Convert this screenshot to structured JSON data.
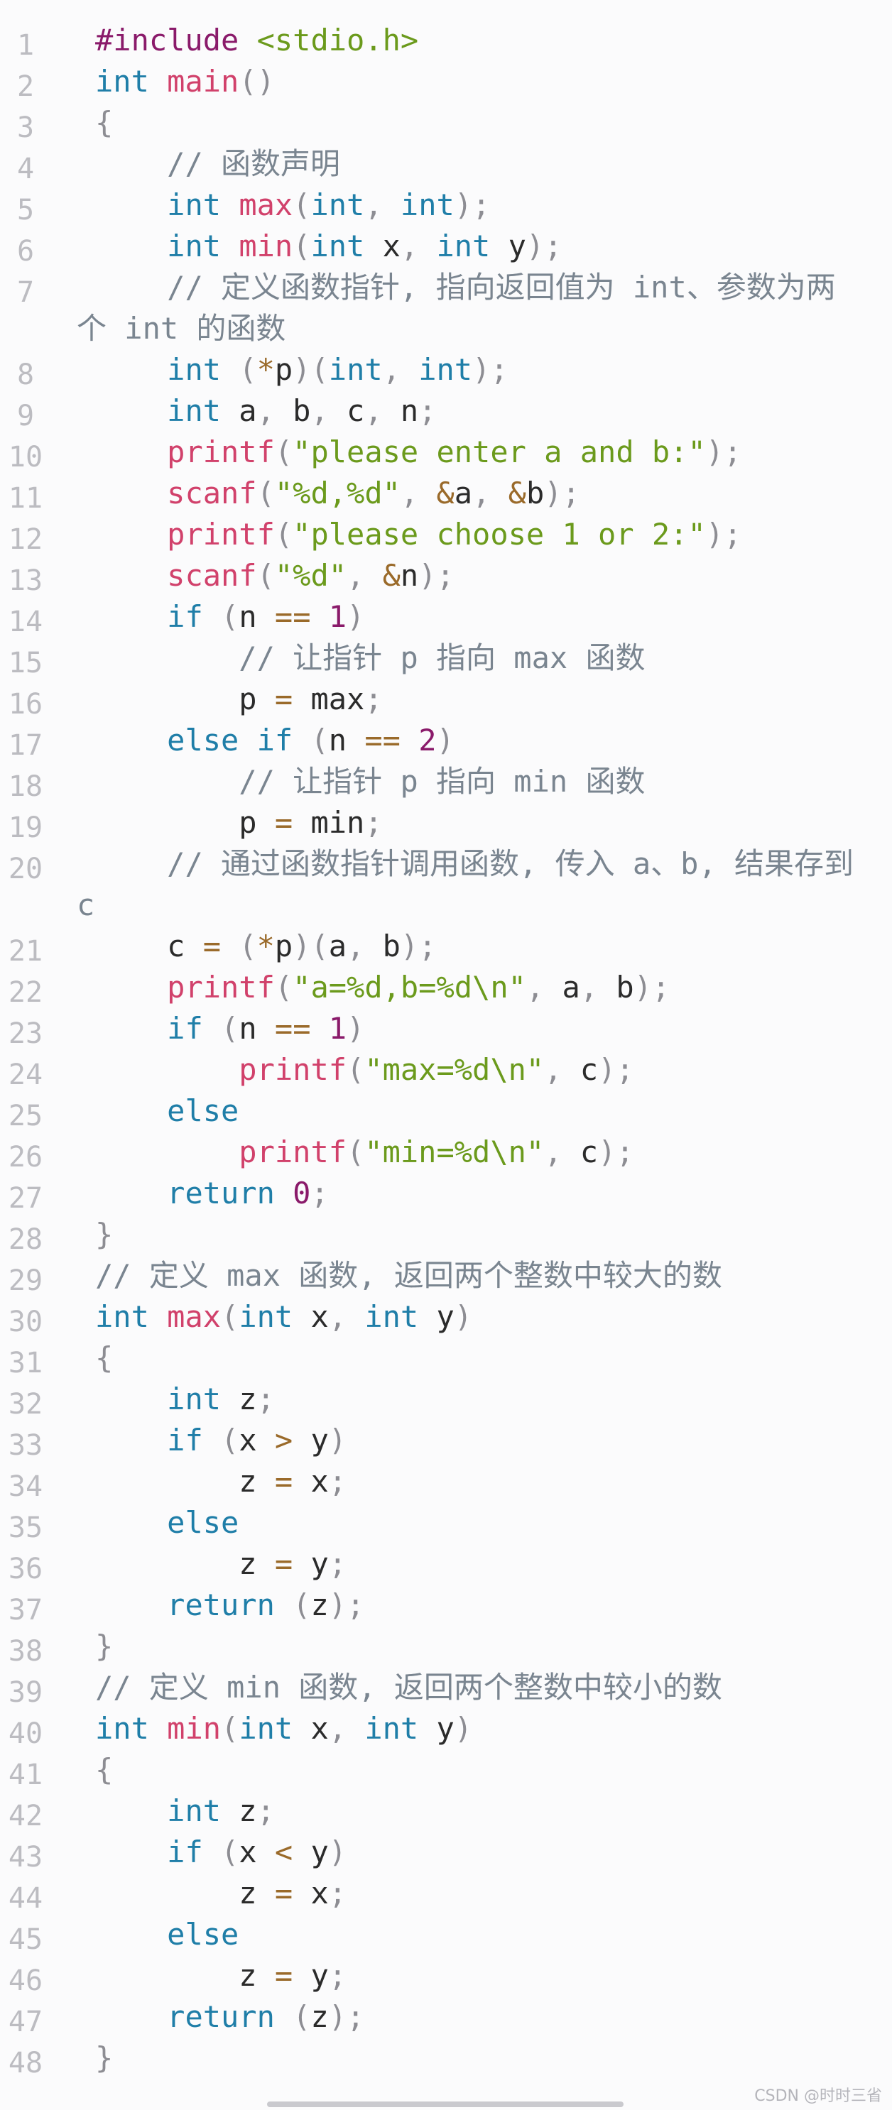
{
  "editor": {
    "lines": [
      {
        "n": "1",
        "tokens": [
          [
            "pp",
            "#include"
          ],
          [
            "tx",
            " "
          ],
          [
            "str",
            "<stdio.h>"
          ]
        ]
      },
      {
        "n": "2",
        "tokens": [
          [
            "kw",
            "int"
          ],
          [
            "tx",
            " "
          ],
          [
            "fn",
            "main"
          ],
          [
            "pu",
            "()"
          ]
        ]
      },
      {
        "n": "3",
        "tokens": [
          [
            "pu",
            "{"
          ]
        ]
      },
      {
        "n": "4",
        "tokens": [
          [
            "tx",
            "    "
          ],
          [
            "cm",
            "// 函数声明"
          ]
        ]
      },
      {
        "n": "5",
        "tokens": [
          [
            "tx",
            "    "
          ],
          [
            "kw",
            "int"
          ],
          [
            "tx",
            " "
          ],
          [
            "fn",
            "max"
          ],
          [
            "pu",
            "("
          ],
          [
            "kw",
            "int"
          ],
          [
            "pu",
            ", "
          ],
          [
            "kw",
            "int"
          ],
          [
            "pu",
            ");"
          ]
        ]
      },
      {
        "n": "6",
        "tokens": [
          [
            "tx",
            "    "
          ],
          [
            "kw",
            "int"
          ],
          [
            "tx",
            " "
          ],
          [
            "fn",
            "min"
          ],
          [
            "pu",
            "("
          ],
          [
            "kw",
            "int"
          ],
          [
            "tx",
            " x"
          ],
          [
            "pu",
            ", "
          ],
          [
            "kw",
            "int"
          ],
          [
            "tx",
            " y"
          ],
          [
            "pu",
            ");"
          ]
        ]
      },
      {
        "n": "7",
        "tokens": [
          [
            "tx",
            "    "
          ],
          [
            "cm",
            "// 定义函数指针, 指向返回值为 int、参数为两"
          ]
        ],
        "wrap": [
          [
            "cm",
            "个 int 的函数"
          ]
        ]
      },
      {
        "n": "8",
        "tokens": [
          [
            "tx",
            "    "
          ],
          [
            "kw",
            "int"
          ],
          [
            "tx",
            " "
          ],
          [
            "pu",
            "("
          ],
          [
            "op",
            "*"
          ],
          [
            "tx",
            "p"
          ],
          [
            "pu",
            ")("
          ],
          [
            "kw",
            "int"
          ],
          [
            "pu",
            ", "
          ],
          [
            "kw",
            "int"
          ],
          [
            "pu",
            ");"
          ]
        ]
      },
      {
        "n": "9",
        "tokens": [
          [
            "tx",
            "    "
          ],
          [
            "kw",
            "int"
          ],
          [
            "tx",
            " a"
          ],
          [
            "pu",
            ", "
          ],
          [
            "tx",
            "b"
          ],
          [
            "pu",
            ", "
          ],
          [
            "tx",
            "c"
          ],
          [
            "pu",
            ", "
          ],
          [
            "tx",
            "n"
          ],
          [
            "pu",
            ";"
          ]
        ]
      },
      {
        "n": "10",
        "tokens": [
          [
            "tx",
            "    "
          ],
          [
            "fn",
            "printf"
          ],
          [
            "pu",
            "("
          ],
          [
            "str",
            "\"please enter a and b:\""
          ],
          [
            "pu",
            ");"
          ]
        ]
      },
      {
        "n": "11",
        "tokens": [
          [
            "tx",
            "    "
          ],
          [
            "fn",
            "scanf"
          ],
          [
            "pu",
            "("
          ],
          [
            "str",
            "\"%d,%d\""
          ],
          [
            "pu",
            ", "
          ],
          [
            "op",
            "&"
          ],
          [
            "tx",
            "a"
          ],
          [
            "pu",
            ", "
          ],
          [
            "op",
            "&"
          ],
          [
            "tx",
            "b"
          ],
          [
            "pu",
            ");"
          ]
        ]
      },
      {
        "n": "12",
        "tokens": [
          [
            "tx",
            "    "
          ],
          [
            "fn",
            "printf"
          ],
          [
            "pu",
            "("
          ],
          [
            "str",
            "\"please choose 1 or 2:\""
          ],
          [
            "pu",
            ");"
          ]
        ]
      },
      {
        "n": "13",
        "tokens": [
          [
            "tx",
            "    "
          ],
          [
            "fn",
            "scanf"
          ],
          [
            "pu",
            "("
          ],
          [
            "str",
            "\"%d\""
          ],
          [
            "pu",
            ", "
          ],
          [
            "op",
            "&"
          ],
          [
            "tx",
            "n"
          ],
          [
            "pu",
            ");"
          ]
        ]
      },
      {
        "n": "14",
        "tokens": [
          [
            "tx",
            "    "
          ],
          [
            "kw",
            "if"
          ],
          [
            "tx",
            " "
          ],
          [
            "pu",
            "("
          ],
          [
            "tx",
            "n "
          ],
          [
            "op",
            "=="
          ],
          [
            "tx",
            " "
          ],
          [
            "num",
            "1"
          ],
          [
            "pu",
            ")"
          ]
        ]
      },
      {
        "n": "15",
        "tokens": [
          [
            "tx",
            "        "
          ],
          [
            "cm",
            "// 让指针 p 指向 max 函数"
          ]
        ]
      },
      {
        "n": "16",
        "tokens": [
          [
            "tx",
            "        p "
          ],
          [
            "op",
            "="
          ],
          [
            "tx",
            " max"
          ],
          [
            "pu",
            ";"
          ]
        ]
      },
      {
        "n": "17",
        "tokens": [
          [
            "tx",
            "    "
          ],
          [
            "kw",
            "else"
          ],
          [
            "tx",
            " "
          ],
          [
            "kw",
            "if"
          ],
          [
            "tx",
            " "
          ],
          [
            "pu",
            "("
          ],
          [
            "tx",
            "n "
          ],
          [
            "op",
            "=="
          ],
          [
            "tx",
            " "
          ],
          [
            "num",
            "2"
          ],
          [
            "pu",
            ")"
          ]
        ]
      },
      {
        "n": "18",
        "tokens": [
          [
            "tx",
            "        "
          ],
          [
            "cm",
            "// 让指针 p 指向 min 函数"
          ]
        ]
      },
      {
        "n": "19",
        "tokens": [
          [
            "tx",
            "        p "
          ],
          [
            "op",
            "="
          ],
          [
            "tx",
            " min"
          ],
          [
            "pu",
            ";"
          ]
        ]
      },
      {
        "n": "20",
        "tokens": [
          [
            "tx",
            "    "
          ],
          [
            "cm",
            "// 通过函数指针调用函数, 传入 a、b, 结果存到"
          ]
        ],
        "wrap": [
          [
            "cm",
            "c"
          ]
        ]
      },
      {
        "n": "21",
        "tokens": [
          [
            "tx",
            "    c "
          ],
          [
            "op",
            "="
          ],
          [
            "tx",
            " "
          ],
          [
            "pu",
            "("
          ],
          [
            "op",
            "*"
          ],
          [
            "tx",
            "p"
          ],
          [
            "pu",
            ")("
          ],
          [
            "tx",
            "a"
          ],
          [
            "pu",
            ", "
          ],
          [
            "tx",
            "b"
          ],
          [
            "pu",
            ");"
          ]
        ]
      },
      {
        "n": "22",
        "tokens": [
          [
            "tx",
            "    "
          ],
          [
            "fn",
            "printf"
          ],
          [
            "pu",
            "("
          ],
          [
            "str",
            "\"a=%d,b=%d\\n\""
          ],
          [
            "pu",
            ", "
          ],
          [
            "tx",
            "a"
          ],
          [
            "pu",
            ", "
          ],
          [
            "tx",
            "b"
          ],
          [
            "pu",
            ");"
          ]
        ]
      },
      {
        "n": "23",
        "tokens": [
          [
            "tx",
            "    "
          ],
          [
            "kw",
            "if"
          ],
          [
            "tx",
            " "
          ],
          [
            "pu",
            "("
          ],
          [
            "tx",
            "n "
          ],
          [
            "op",
            "=="
          ],
          [
            "tx",
            " "
          ],
          [
            "num",
            "1"
          ],
          [
            "pu",
            ")"
          ]
        ]
      },
      {
        "n": "24",
        "tokens": [
          [
            "tx",
            "        "
          ],
          [
            "fn",
            "printf"
          ],
          [
            "pu",
            "("
          ],
          [
            "str",
            "\"max=%d\\n\""
          ],
          [
            "pu",
            ", "
          ],
          [
            "tx",
            "c"
          ],
          [
            "pu",
            ");"
          ]
        ]
      },
      {
        "n": "25",
        "tokens": [
          [
            "tx",
            "    "
          ],
          [
            "kw",
            "else"
          ]
        ]
      },
      {
        "n": "26",
        "tokens": [
          [
            "tx",
            "        "
          ],
          [
            "fn",
            "printf"
          ],
          [
            "pu",
            "("
          ],
          [
            "str",
            "\"min=%d\\n\""
          ],
          [
            "pu",
            ", "
          ],
          [
            "tx",
            "c"
          ],
          [
            "pu",
            ");"
          ]
        ]
      },
      {
        "n": "27",
        "tokens": [
          [
            "tx",
            "    "
          ],
          [
            "kw",
            "return"
          ],
          [
            "tx",
            " "
          ],
          [
            "num",
            "0"
          ],
          [
            "pu",
            ";"
          ]
        ]
      },
      {
        "n": "28",
        "tokens": [
          [
            "pu",
            "}"
          ]
        ]
      },
      {
        "n": "29",
        "tokens": [
          [
            "cm",
            "// 定义 max 函数, 返回两个整数中较大的数"
          ]
        ]
      },
      {
        "n": "30",
        "tokens": [
          [
            "kw",
            "int"
          ],
          [
            "tx",
            " "
          ],
          [
            "fn",
            "max"
          ],
          [
            "pu",
            "("
          ],
          [
            "kw",
            "int"
          ],
          [
            "tx",
            " x"
          ],
          [
            "pu",
            ", "
          ],
          [
            "kw",
            "int"
          ],
          [
            "tx",
            " y"
          ],
          [
            "pu",
            ")"
          ]
        ]
      },
      {
        "n": "31",
        "tokens": [
          [
            "pu",
            "{"
          ]
        ]
      },
      {
        "n": "32",
        "tokens": [
          [
            "tx",
            "    "
          ],
          [
            "kw",
            "int"
          ],
          [
            "tx",
            " z"
          ],
          [
            "pu",
            ";"
          ]
        ]
      },
      {
        "n": "33",
        "tokens": [
          [
            "tx",
            "    "
          ],
          [
            "kw",
            "if"
          ],
          [
            "tx",
            " "
          ],
          [
            "pu",
            "("
          ],
          [
            "tx",
            "x "
          ],
          [
            "op",
            ">"
          ],
          [
            "tx",
            " y"
          ],
          [
            "pu",
            ")"
          ]
        ]
      },
      {
        "n": "34",
        "tokens": [
          [
            "tx",
            "        z "
          ],
          [
            "op",
            "="
          ],
          [
            "tx",
            " x"
          ],
          [
            "pu",
            ";"
          ]
        ]
      },
      {
        "n": "35",
        "tokens": [
          [
            "tx",
            "    "
          ],
          [
            "kw",
            "else"
          ]
        ]
      },
      {
        "n": "36",
        "tokens": [
          [
            "tx",
            "        z "
          ],
          [
            "op",
            "="
          ],
          [
            "tx",
            " y"
          ],
          [
            "pu",
            ";"
          ]
        ]
      },
      {
        "n": "37",
        "tokens": [
          [
            "tx",
            "    "
          ],
          [
            "kw",
            "return"
          ],
          [
            "tx",
            " "
          ],
          [
            "pu",
            "("
          ],
          [
            "tx",
            "z"
          ],
          [
            "pu",
            ");"
          ]
        ]
      },
      {
        "n": "38",
        "tokens": [
          [
            "pu",
            "}"
          ]
        ]
      },
      {
        "n": "39",
        "tokens": [
          [
            "cm",
            "// 定义 min 函数, 返回两个整数中较小的数"
          ]
        ]
      },
      {
        "n": "40",
        "tokens": [
          [
            "kw",
            "int"
          ],
          [
            "tx",
            " "
          ],
          [
            "fn",
            "min"
          ],
          [
            "pu",
            "("
          ],
          [
            "kw",
            "int"
          ],
          [
            "tx",
            " x"
          ],
          [
            "pu",
            ", "
          ],
          [
            "kw",
            "int"
          ],
          [
            "tx",
            " y"
          ],
          [
            "pu",
            ")"
          ]
        ]
      },
      {
        "n": "41",
        "tokens": [
          [
            "pu",
            "{"
          ]
        ]
      },
      {
        "n": "42",
        "tokens": [
          [
            "tx",
            "    "
          ],
          [
            "kw",
            "int"
          ],
          [
            "tx",
            " z"
          ],
          [
            "pu",
            ";"
          ]
        ]
      },
      {
        "n": "43",
        "tokens": [
          [
            "tx",
            "    "
          ],
          [
            "kw",
            "if"
          ],
          [
            "tx",
            " "
          ],
          [
            "pu",
            "("
          ],
          [
            "tx",
            "x "
          ],
          [
            "op",
            "<"
          ],
          [
            "tx",
            " y"
          ],
          [
            "pu",
            ")"
          ]
        ]
      },
      {
        "n": "44",
        "tokens": [
          [
            "tx",
            "        z "
          ],
          [
            "op",
            "="
          ],
          [
            "tx",
            " x"
          ],
          [
            "pu",
            ";"
          ]
        ]
      },
      {
        "n": "45",
        "tokens": [
          [
            "tx",
            "    "
          ],
          [
            "kw",
            "else"
          ]
        ]
      },
      {
        "n": "46",
        "tokens": [
          [
            "tx",
            "        z "
          ],
          [
            "op",
            "="
          ],
          [
            "tx",
            " y"
          ],
          [
            "pu",
            ";"
          ]
        ]
      },
      {
        "n": "47",
        "tokens": [
          [
            "tx",
            "    "
          ],
          [
            "kw",
            "return"
          ],
          [
            "tx",
            " "
          ],
          [
            "pu",
            "("
          ],
          [
            "tx",
            "z"
          ],
          [
            "pu",
            ");"
          ]
        ]
      },
      {
        "n": "48",
        "tokens": [
          [
            "pu",
            "}"
          ]
        ]
      }
    ]
  },
  "watermark": "CSDN @时时三省",
  "colors": {
    "background": "#fbfbfc",
    "keyword": "#1f7ea8",
    "function": "#d1416b",
    "string": "#6b9a1c",
    "number": "#8a1a6a",
    "comment": "#7a8590",
    "line_number": "#bcbcc1"
  }
}
